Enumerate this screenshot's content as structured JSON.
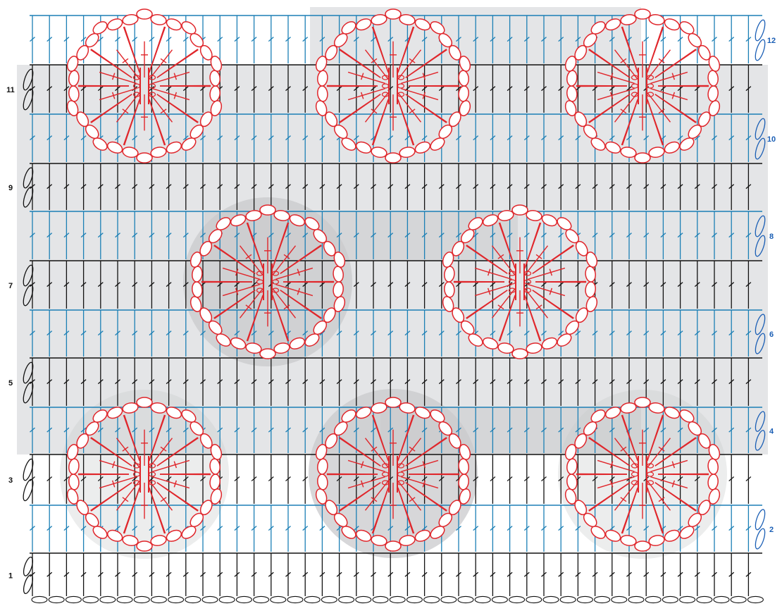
{
  "diagram": {
    "row_labels": [
      {
        "id": "row-1",
        "text": "1",
        "side": "left",
        "color": "#111111"
      },
      {
        "id": "row-2",
        "text": "2",
        "side": "right",
        "color": "#1b5fb5"
      },
      {
        "id": "row-3",
        "text": "3",
        "side": "left",
        "color": "#111111"
      },
      {
        "id": "row-4",
        "text": "4",
        "side": "right",
        "color": "#1b5fb5"
      },
      {
        "id": "row-5",
        "text": "5",
        "side": "left",
        "color": "#111111"
      },
      {
        "id": "row-6",
        "text": "6",
        "side": "right",
        "color": "#1b5fb5"
      },
      {
        "id": "row-7",
        "text": "7",
        "side": "left",
        "color": "#111111"
      },
      {
        "id": "row-8",
        "text": "8",
        "side": "right",
        "color": "#1b5fb5"
      },
      {
        "id": "row-9",
        "text": "9",
        "side": "left",
        "color": "#111111"
      },
      {
        "id": "row-10",
        "text": "10",
        "side": "right",
        "color": "#1b5fb5"
      },
      {
        "id": "row-11",
        "text": "11",
        "side": "left",
        "color": "#111111"
      },
      {
        "id": "row-12",
        "text": "12",
        "side": "right",
        "color": "#1b5fb5"
      }
    ],
    "colors": {
      "odd_rows": "#111111",
      "even_rows": "#1b7fb5",
      "flowers": "#e0262b",
      "shading_light": "#e4e5e7",
      "shading_dark": "#c9cacc"
    },
    "flower_motifs": 8
  }
}
